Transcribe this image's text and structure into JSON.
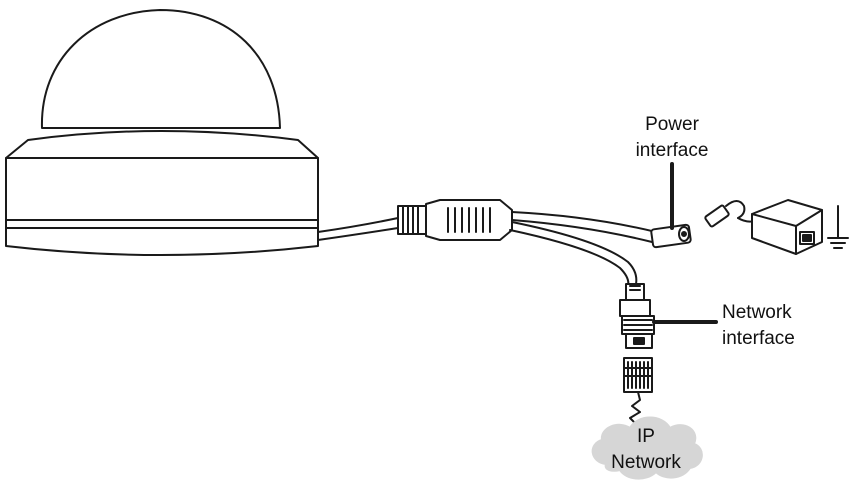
{
  "labels": {
    "power_line1": "Power",
    "power_line2": "interface",
    "network_line1": "Network",
    "network_line2": "interface",
    "ip_line1": "IP",
    "ip_line2": "Network"
  },
  "colors": {
    "stroke": "#1a1a1a",
    "cloud_fill": "#d6d6d6",
    "background": "#ffffff"
  }
}
